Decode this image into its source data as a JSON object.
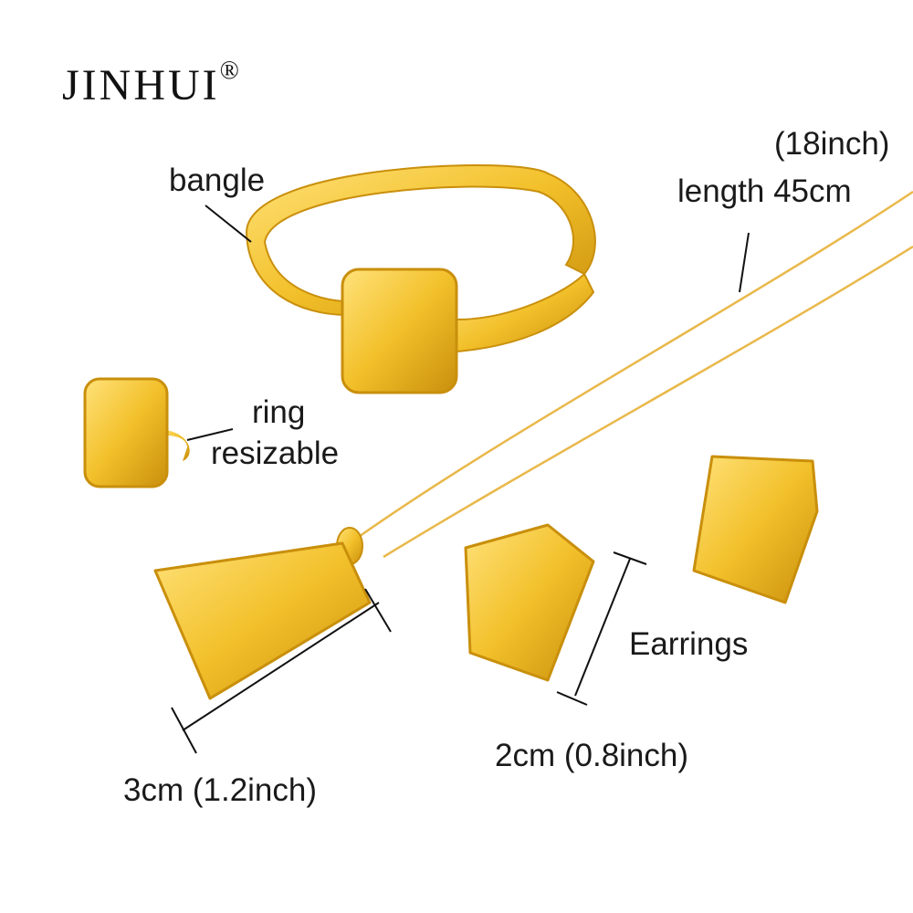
{
  "brand": {
    "name": "JINHUI",
    "mark": "®"
  },
  "labels": {
    "bangle": "bangle",
    "chain_inch": "(18inch)",
    "chain_length": "length 45cm",
    "ring": "ring",
    "ring_note": "resizable",
    "earrings": "Earrings",
    "pendant_size": "3cm (1.2inch)",
    "earring_size": "2cm (0.8inch)"
  },
  "colors": {
    "gold": "#f2c02a",
    "gold_dark": "#c98f0c",
    "gold_light": "#ffe27a"
  }
}
